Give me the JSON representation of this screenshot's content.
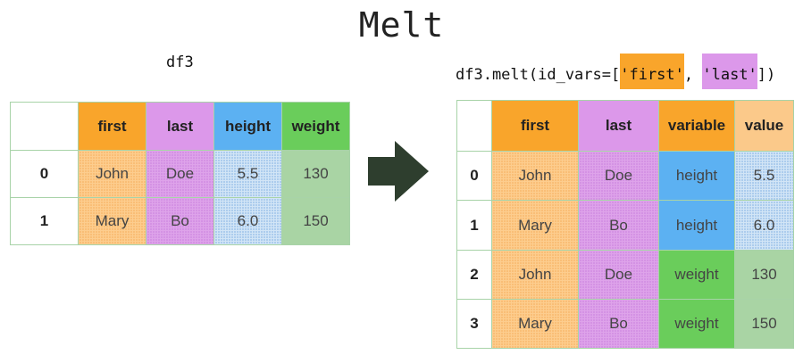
{
  "title": "Melt",
  "left_caption": "df3",
  "right_caption": {
    "prefix": "df3.melt(id_vars=[",
    "id_var_1": "'first'",
    "separator": ", ",
    "id_var_2": "'last'",
    "suffix": "])"
  },
  "colors": {
    "first": "#f9a52b",
    "last": "#dc98ea",
    "height": "#5cb1f2",
    "weight": "#6acd5b",
    "value": "#fbc98a",
    "arrow": "#2e3e2e"
  },
  "arrow_icon": "right-arrow-icon",
  "df3": {
    "columns": [
      "first",
      "last",
      "height",
      "weight"
    ],
    "rows": [
      {
        "index": "0",
        "first": "John",
        "last": "Doe",
        "height": "5.5",
        "weight": "130"
      },
      {
        "index": "1",
        "first": "Mary",
        "last": "Bo",
        "height": "6.0",
        "weight": "150"
      }
    ]
  },
  "melted": {
    "columns": [
      "first",
      "last",
      "variable",
      "value"
    ],
    "rows": [
      {
        "index": "0",
        "first": "John",
        "last": "Doe",
        "variable": "height",
        "value": "5.5"
      },
      {
        "index": "1",
        "first": "Mary",
        "last": "Bo",
        "variable": "height",
        "value": "6.0"
      },
      {
        "index": "2",
        "first": "John",
        "last": "Doe",
        "variable": "weight",
        "value": "130"
      },
      {
        "index": "3",
        "first": "Mary",
        "last": "Bo",
        "variable": "weight",
        "value": "150"
      }
    ]
  }
}
